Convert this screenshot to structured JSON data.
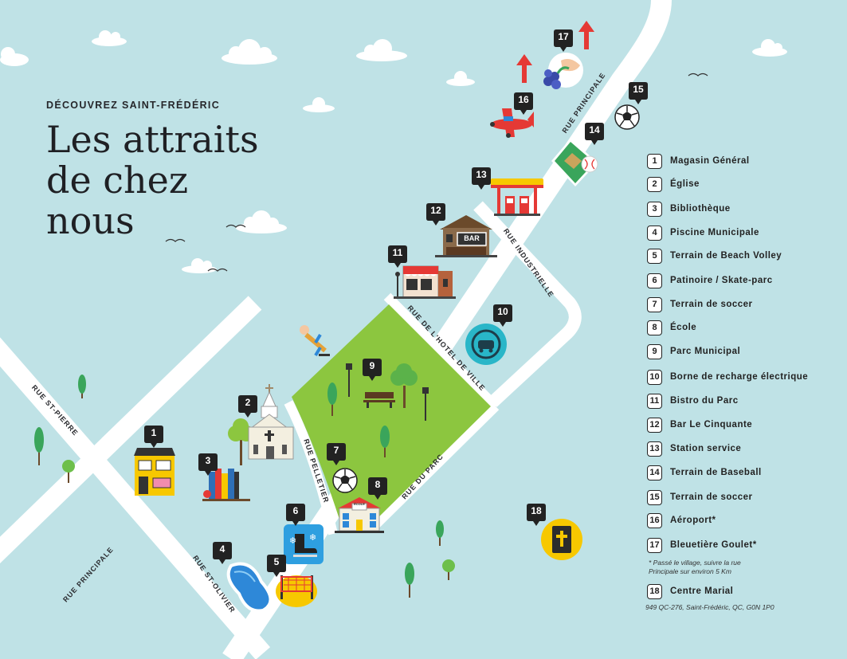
{
  "header": {
    "eyebrow": "DÉCOUVREZ SAINT-FRÉDÉRIC",
    "title_lines": [
      "Les attraits",
      "de chez",
      "nous"
    ]
  },
  "streets": {
    "rue_principale_north": "RUE PRINCIPALE",
    "rue_industrielle": "RUE INDUSTRIELLE",
    "rue_hotel_de_ville": "RUE DE L'HOTEL DE VILLE",
    "rue_st_pierre": "RUE ST-PIERRE",
    "rue_pelletier": "RUE PELLETIER",
    "rue_du_parc": "RUE DU PARC",
    "rue_principale_south": "RUE PRINCIPALE",
    "rue_st_olivier": "RUE ST-OLIVIER"
  },
  "legend": [
    {
      "num": "1",
      "label": "Magasin Général"
    },
    {
      "num": "2",
      "label": "Église"
    },
    {
      "num": "3",
      "label": "Bibliothèque"
    },
    {
      "num": "4",
      "label": "Piscine Municipale"
    },
    {
      "num": "5",
      "label": "Terrain de Beach Volley"
    },
    {
      "num": "6",
      "label": "Patinoire / Skate-parc"
    },
    {
      "num": "7",
      "label": "Terrain de soccer"
    },
    {
      "num": "8",
      "label": "École"
    },
    {
      "num": "9",
      "label": "Parc Municipal"
    },
    {
      "num": "10",
      "label": "Borne de recharge électrique"
    },
    {
      "num": "11",
      "label": "Bistro du Parc"
    },
    {
      "num": "12",
      "label": "Bar Le Cinquante"
    },
    {
      "num": "13",
      "label": "Station service"
    },
    {
      "num": "14",
      "label": "Terrain de Baseball"
    },
    {
      "num": "15",
      "label": "Terrain de soccer"
    },
    {
      "num": "16",
      "label": "Aéroport*"
    },
    {
      "num": "17",
      "label": "Bleuetière Goulet*"
    },
    {
      "num": "18",
      "label": "Centre Marial"
    }
  ],
  "notes": {
    "footnote_line1": "* Passé le village, suivre la rue",
    "footnote_line2": "Principale sur environ 5 Km",
    "address": "949 QC-276, Saint-Frédéric, QC, G0N 1P0"
  },
  "map_labels": {
    "bar_sign": "BAR",
    "school_sign": "ÉCOLE"
  },
  "markers": [
    "1",
    "2",
    "3",
    "4",
    "5",
    "6",
    "7",
    "8",
    "9",
    "10",
    "11",
    "12",
    "13",
    "14",
    "15",
    "16",
    "17",
    "18"
  ],
  "colors": {
    "water_bg": "#bfe2e6",
    "road": "#ffffff",
    "park": "#8cc63f",
    "marker": "#222222",
    "accent_red": "#e53935",
    "yellow": "#f7c800"
  }
}
